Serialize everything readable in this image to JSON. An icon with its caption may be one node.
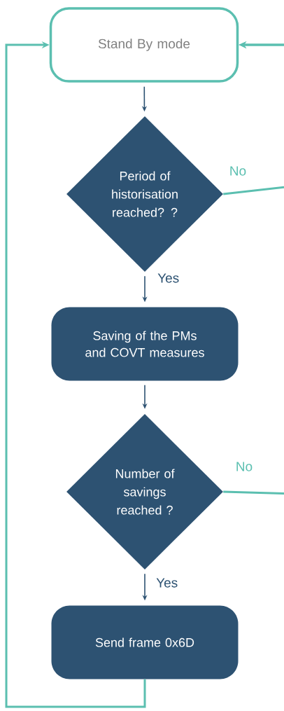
{
  "diagram": {
    "nodes": [
      {
        "text": [
          "Stand By mode"
        ]
      },
      {
        "text": [
          "Period of historisation reached? ?"
        ]
      },
      {
        "text": [
          "Saving of the PMs and COVT measures"
        ]
      },
      {
        "text": [
          "Number of savings reached ?"
        ]
      },
      {
        "text": [
          "Send frame 0x6D"
        ]
      }
    ],
    "edges": [
      {
        "from": 0,
        "to": 1,
        "arrow": "to"
      },
      {
        "from": 1,
        "to": 2,
        "arrow": "to",
        "label": "Yes"
      },
      {
        "from": 2,
        "to": 3,
        "arrow": "to"
      },
      {
        "from": 3,
        "to": 4,
        "arrow": "to",
        "label": "Yes"
      },
      {
        "from": 1,
        "to": 0,
        "arrow": "to",
        "label": "No",
        "color": "#5bbfb0"
      },
      {
        "from": 3,
        "to": 0,
        "arrow": "to",
        "label": "No",
        "color": "#5bbfb0"
      },
      {
        "from": 4,
        "to": 0,
        "arrow": "to",
        "color": "#5bbfb0"
      }
    ]
  }
}
